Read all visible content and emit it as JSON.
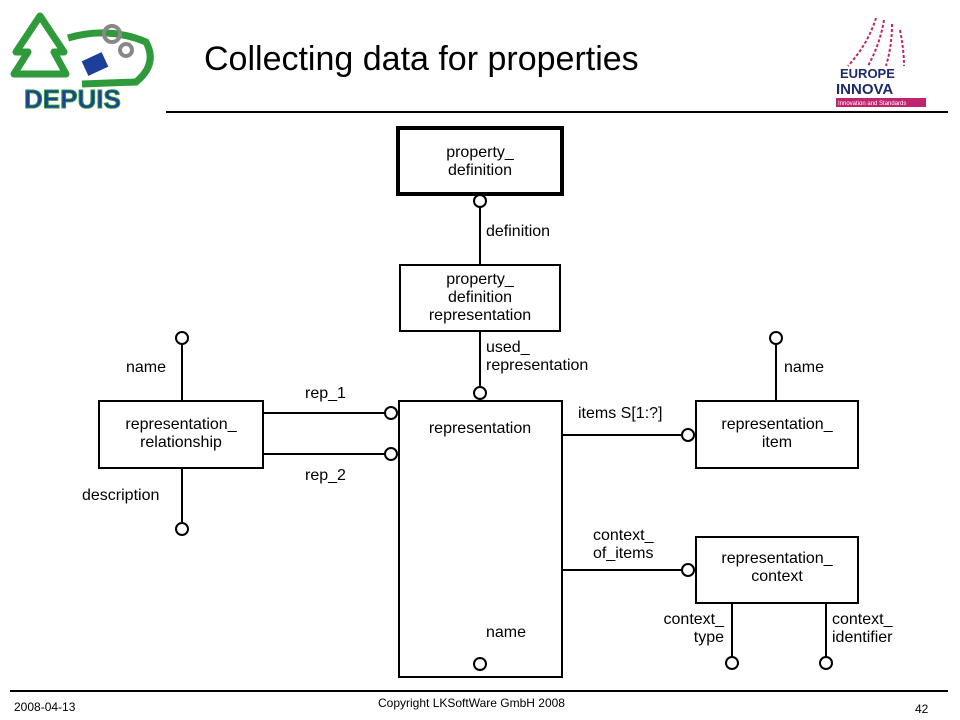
{
  "header": {
    "title": "Collecting data for properties",
    "logo_left_text": "DEPUIS",
    "logo_right_line1": "EUROPE",
    "logo_right_line2": "INNOVA",
    "logo_right_tagline": "Innovation and Standards"
  },
  "colors": {
    "depuis_green": "#2e9a3a",
    "depuis_blue": "#1c3f9a",
    "innova_magenta": "#c0246e",
    "innova_navy": "#1d2a6b"
  },
  "diagram": {
    "entities": {
      "property_definition": [
        "property_",
        "definition"
      ],
      "property_definition_representation": [
        "property_",
        "definition",
        "representation"
      ],
      "representation": [
        "representation"
      ],
      "representation_relationship": [
        "representation_",
        "relationship"
      ],
      "representation_item": [
        "representation_",
        "item"
      ],
      "representation_context": [
        "representation_",
        "context"
      ]
    },
    "labels": {
      "definition": "definition",
      "used_representation": [
        "used_",
        "representation"
      ],
      "rr_name": "name",
      "rep_1": "rep_1",
      "rep_2": "rep_2",
      "description": "description",
      "items": "items S[1:?]",
      "ri_name": "name",
      "context_of_items": [
        "context_",
        "of_items"
      ],
      "context_type": [
        "context_",
        "type"
      ],
      "context_identifier": [
        "context_",
        "identifier"
      ],
      "rep_name": "name"
    }
  },
  "footer": {
    "date": "2008-04-13",
    "copyright": "Copyright LKSoftWare GmbH 2008",
    "page": "42"
  }
}
